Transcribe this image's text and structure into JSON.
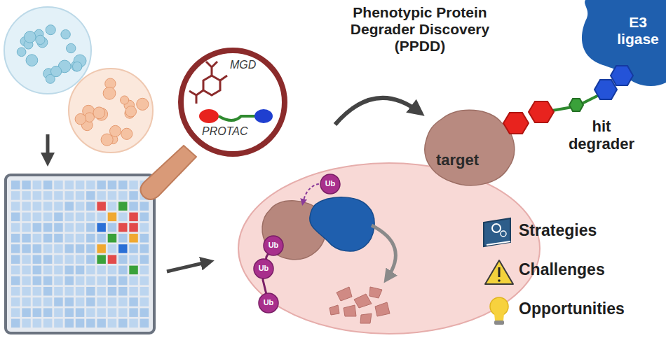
{
  "diagram": {
    "title": "Phenotypic Protein Degrader Discovery (PPDD)",
    "nodes": [
      {
        "text": [
          "MGD",
          "PROTAC"
        ]
      },
      {
        "text": [
          "E3 ligase"
        ]
      },
      {
        "text": [
          "target"
        ]
      },
      {
        "text": [
          "Ub"
        ]
      },
      {
        "text": [
          "Ub"
        ]
      },
      {
        "text": [
          "Ub"
        ]
      },
      {
        "text": [
          "Ub"
        ]
      }
    ],
    "labels": [
      "hit degrader",
      "Strategies",
      "Challenges",
      "Opportunities"
    ]
  }
}
